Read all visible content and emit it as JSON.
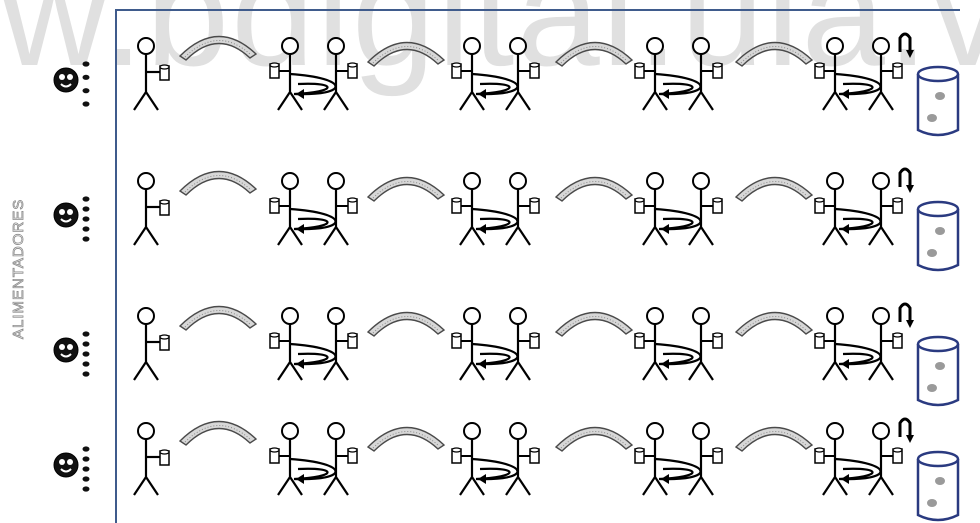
{
  "watermark_text": "w.bdigital.ula.v",
  "side_label": "ALIMENTADORES",
  "rows": [
    {
      "bucket_balls": 2,
      "feeder_arm_dots": 4
    },
    {
      "bucket_balls": 2,
      "feeder_arm_dots": 5
    },
    {
      "bucket_balls": 2,
      "feeder_arm_dots": 5
    },
    {
      "bucket_balls": 2,
      "feeder_arm_dots": 5
    }
  ],
  "colors": {
    "line": "#000000",
    "frame": "#3f5b8c",
    "bucket": "#2a3a80",
    "arrow_fill": "#d7d7d7",
    "ball": "#9a9a9a"
  }
}
